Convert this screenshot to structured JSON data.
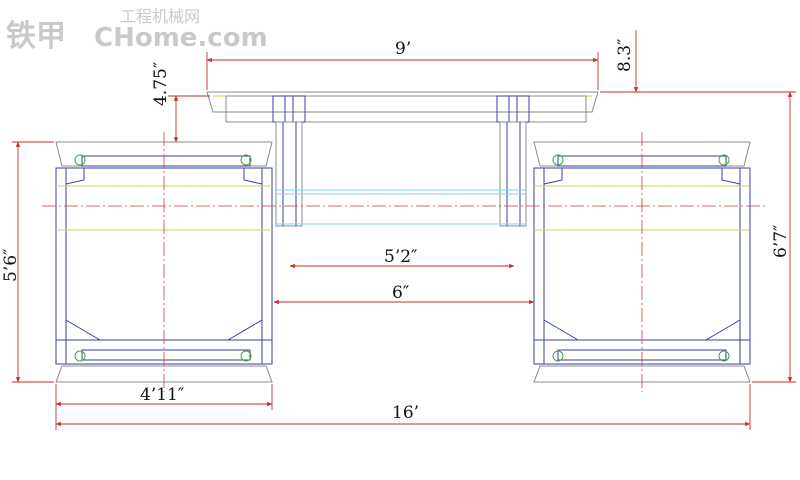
{
  "watermark": {
    "brand": "铁甲",
    "domain": "CHome.com",
    "tagline": "工程机械网"
  },
  "dimensions": {
    "top_platform_width": "9’",
    "top_offset": "8.3″",
    "platform_height": "4.75″",
    "track_height_left": "5’6″",
    "overall_height_right": "6’7″",
    "inner_span": "5’2″",
    "gap_between_tracks": "6″",
    "track_width": "4’11″",
    "overall_width": "16’"
  },
  "colors": {
    "outline": "#3a3fa6",
    "dim_line": "#cc2b2b",
    "center_line": "#d23b3b",
    "yellow": "#cfcf55",
    "cyan": "#7fd6e6",
    "gray": "#8c8c8c",
    "green": "#3aa83a"
  }
}
